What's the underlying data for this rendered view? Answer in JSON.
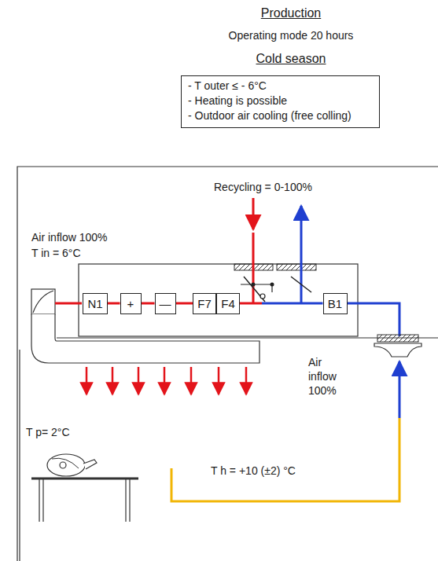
{
  "diagram": {
    "title": "Production",
    "nodes": [
      {
        "text": [
          "- T outer ≤ - 6°C",
          "- Heating is possible",
          "- Outdoor air cooling (free colling)"
        ]
      },
      {
        "text": [
          "N1"
        ]
      },
      {
        "text": [
          "+"
        ]
      },
      {
        "text": [
          "—"
        ]
      },
      {
        "text": [
          "F7"
        ]
      },
      {
        "text": [
          "F4"
        ]
      },
      {
        "text": [
          "B1"
        ]
      }
    ],
    "edges": [
      {
        "from": 1,
        "to": 2,
        "arrow": "none"
      },
      {
        "from": 2,
        "to": 3,
        "arrow": "none"
      },
      {
        "from": 3,
        "to": 4,
        "arrow": "none"
      },
      {
        "from": 5,
        "to": 6,
        "arrow": "none"
      }
    ],
    "labels": [
      "Operating mode 20 hours",
      "Cold season",
      "Recycling = 0-100%",
      "Air inflow 100%",
      "T in = 6°C",
      "Air inflow 100%",
      "T p= 2°C",
      "T h = +10 (±2) °C"
    ]
  }
}
